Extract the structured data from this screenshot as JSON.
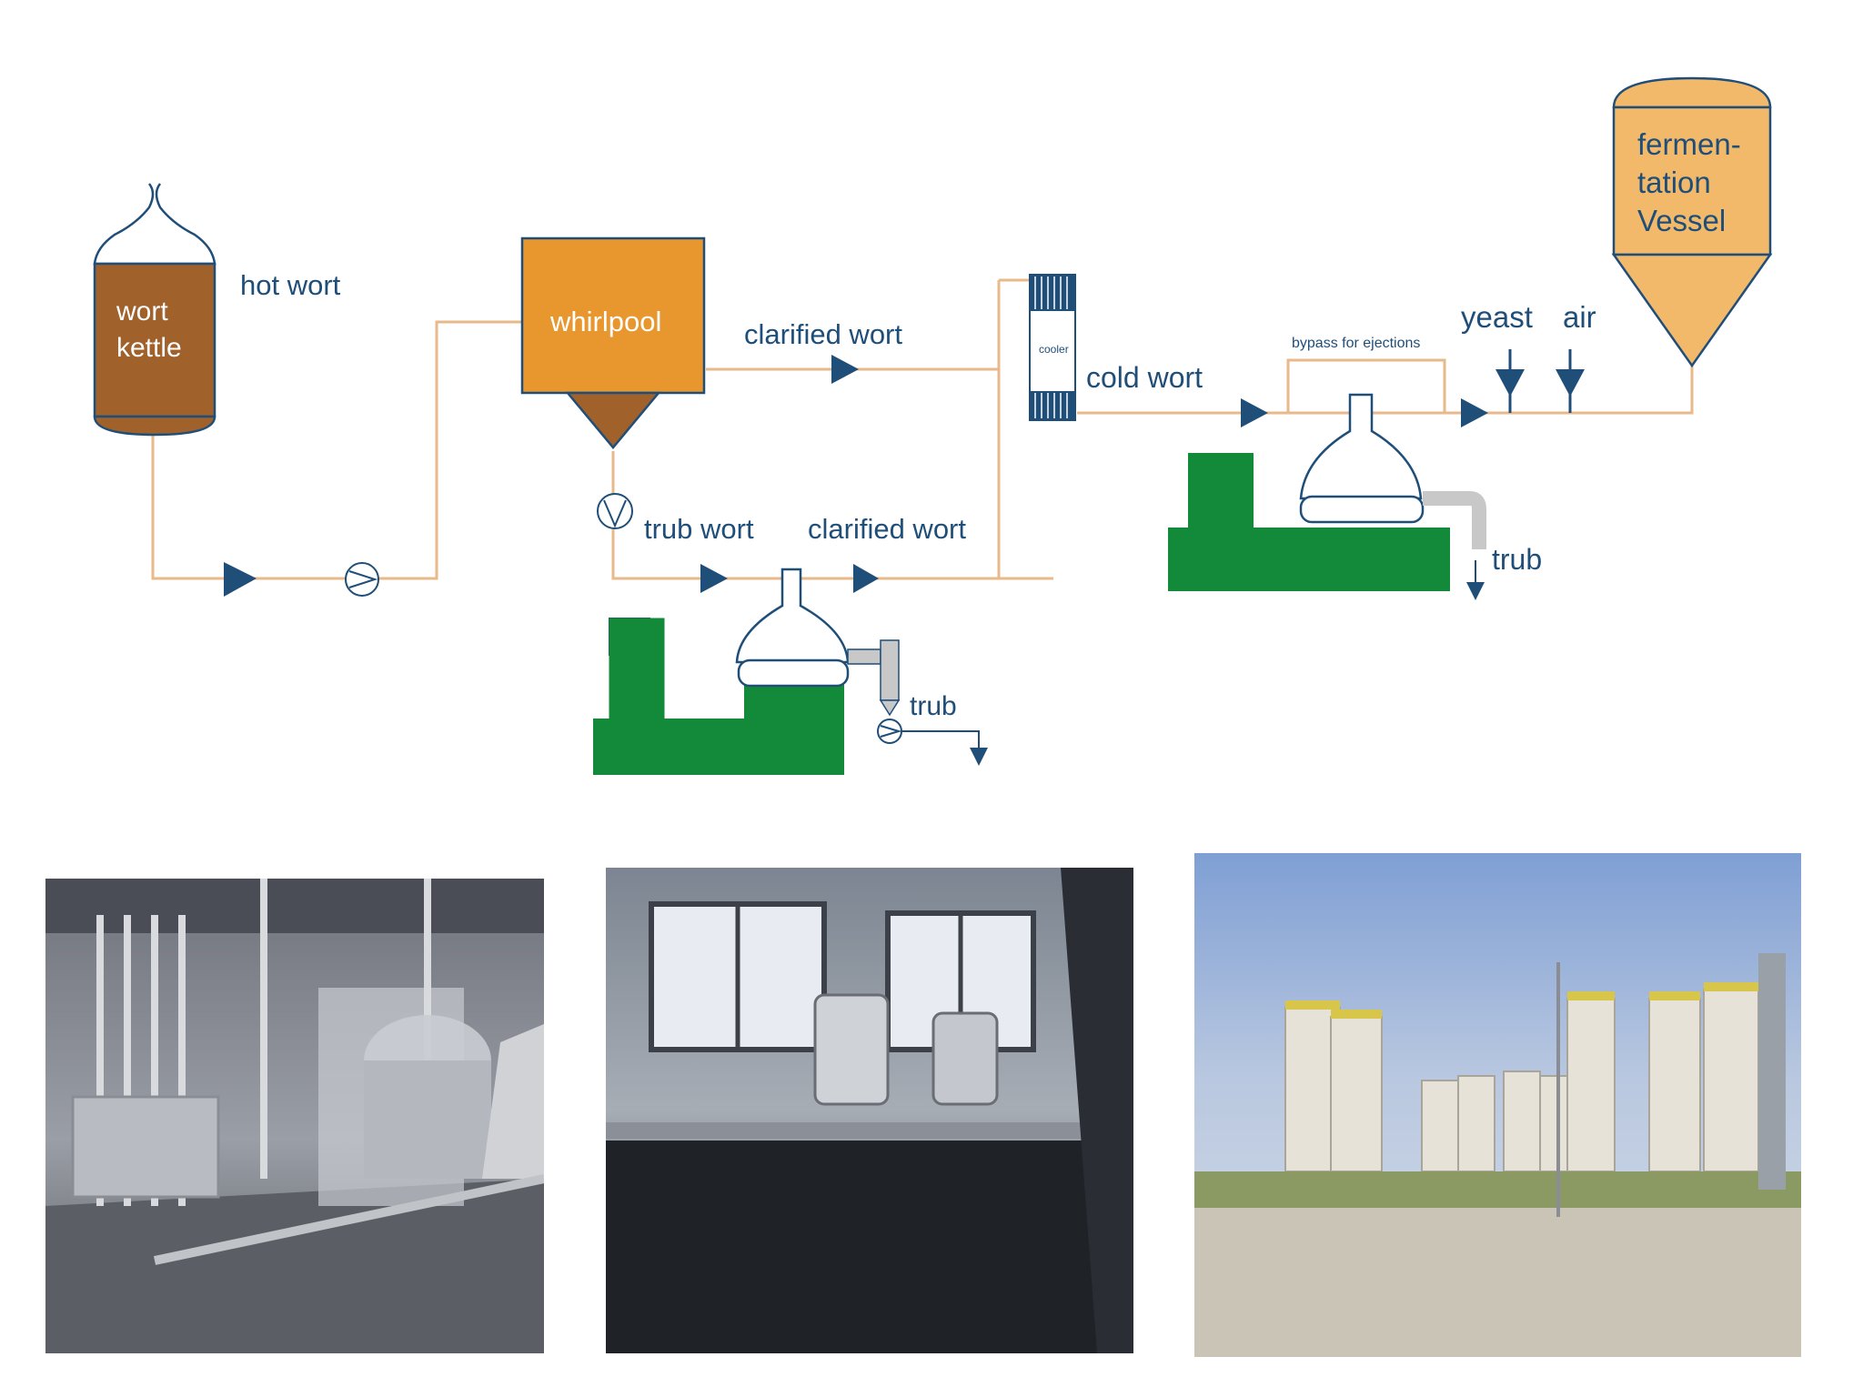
{
  "diagram": {
    "wort_kettle": [
      "wort",
      "kettle"
    ],
    "hot_wort": "hot wort",
    "whirlpool": "whirlpool",
    "clarified_wort_top": "clarified wort",
    "cooler": "cooler",
    "cold_wort": "cold wort",
    "bypass": "bypass for ejections",
    "yeast": "yeast",
    "air": "air",
    "fermentation_vessel": [
      "fermen-",
      "tation",
      "Vessel"
    ],
    "trub_wort": "trub wort",
    "clarified_wort_bottom": "clarified wort",
    "trub_left": "trub",
    "trub_right": "trub"
  },
  "colors": {
    "pipe": "#e8b98a",
    "flow": "#1f4e79",
    "kettle": "#a0612b",
    "whirlpool": "#e8962e",
    "fermenter": "#f2b96b",
    "separator_base": "#138a3a"
  },
  "photos": [
    {
      "icon": "brewhouse-interior-photo"
    },
    {
      "icon": "tank-room-photo"
    },
    {
      "icon": "fermentation-silos-photo"
    }
  ]
}
